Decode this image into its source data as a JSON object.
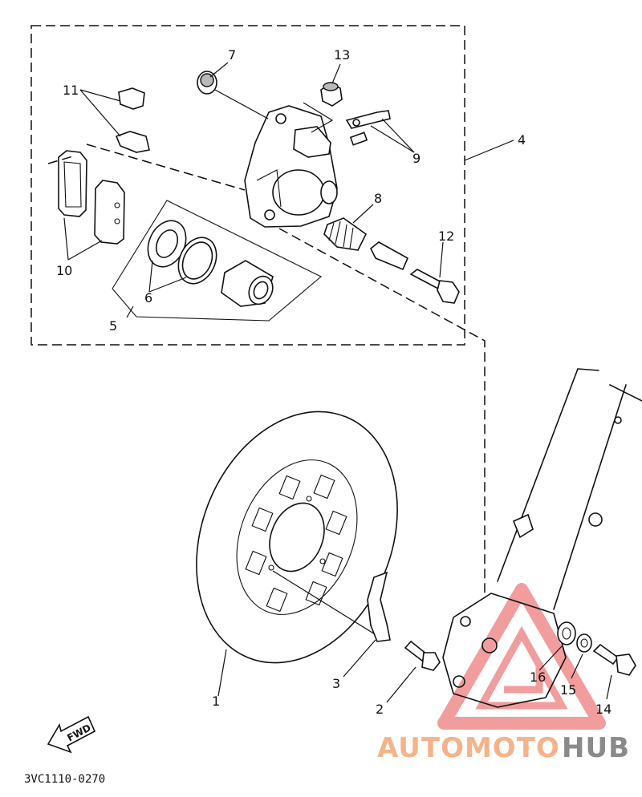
{
  "callouts": {
    "c1": "1",
    "c2": "2",
    "c3": "3",
    "c4": "4",
    "c5": "5",
    "c6": "6",
    "c7": "7",
    "c8": "8",
    "c9": "9",
    "c10": "10",
    "c11": "11",
    "c12": "12",
    "c13": "13",
    "c14": "14",
    "c15": "15",
    "c16": "16"
  },
  "direction_arrow": "FWD",
  "diagram_code": "3VC1110-0270",
  "watermark": {
    "part_a": "AUTOMOTO",
    "part_b": "HUB",
    "colors": {
      "accent": "#f08c8c",
      "orange": "#f5b38a",
      "gray": "#8a8a8a"
    }
  }
}
